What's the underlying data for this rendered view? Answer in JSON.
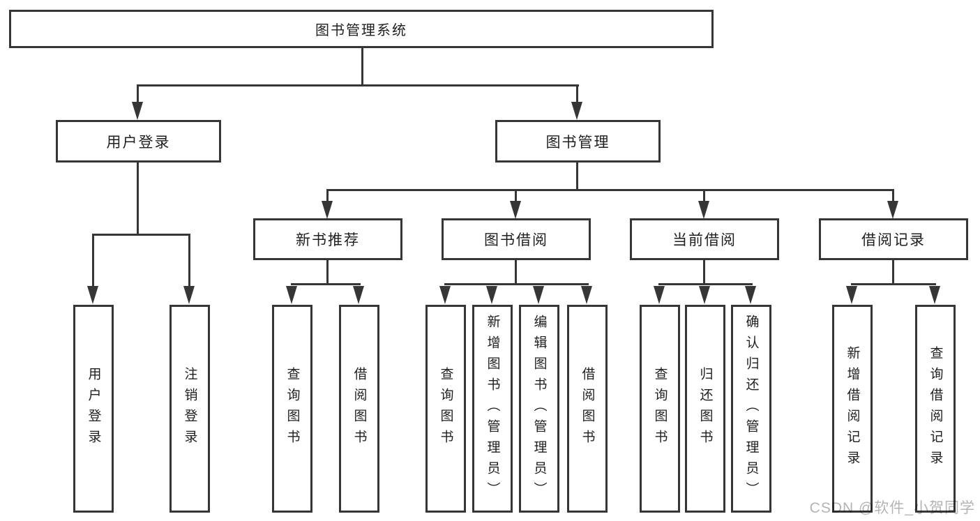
{
  "nodes": {
    "root": {
      "label": "图书管理系统"
    },
    "user_login": {
      "label": "用户登录"
    },
    "book_mgmt": {
      "label": "图书管理"
    },
    "new_book_rec": {
      "label": "新书推荐"
    },
    "book_borrow": {
      "label": "图书借阅"
    },
    "current_borrow": {
      "label": "当前借阅"
    },
    "borrow_record": {
      "label": "借阅记录"
    },
    "leaf_user_login": {
      "label": "用户登录"
    },
    "leaf_logout": {
      "label": "注销登录"
    },
    "leaf_query_books_rec": {
      "label": "查询图书"
    },
    "leaf_borrow_books_rec": {
      "label": "借阅图书"
    },
    "leaf_query_books_bb": {
      "label": "查询图书"
    },
    "leaf_add_books_admin": {
      "label": "新增图书（管理员）"
    },
    "leaf_edit_books_admin": {
      "label": "编辑图书（管理员）"
    },
    "leaf_borrow_books_bb": {
      "label": "借阅图书"
    },
    "leaf_query_books_cur": {
      "label": "查询图书"
    },
    "leaf_return_books": {
      "label": "归还图书"
    },
    "leaf_confirm_return_admin": {
      "label": "确认归还（管理员）"
    },
    "leaf_add_borrow_record": {
      "label": "新增借阅记录"
    },
    "leaf_query_borrow_record": {
      "label": "查询借阅记录"
    }
  },
  "watermark": {
    "text": "CSDN @软件_小贺同学"
  },
  "colors": {
    "line": "#363636",
    "box_border": "#363636",
    "text": "#1f1f1f",
    "watermark": "#b4b4b4",
    "background": "#ffffff"
  }
}
